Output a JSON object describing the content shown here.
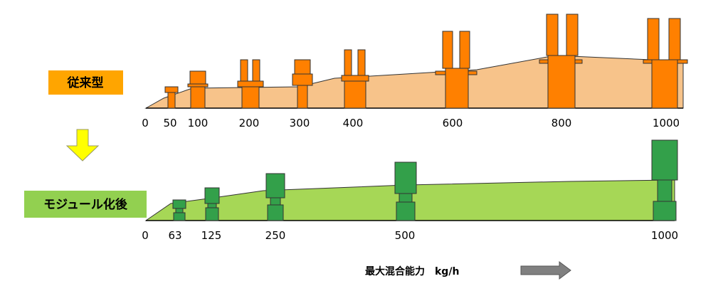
{
  "top_label": "従来型",
  "bottom_label": "モジュール化後",
  "x_axis_label": "最大混合能力　kg/h",
  "colors": {
    "top_fill": "#F7C38A",
    "top_machine": "#FF8000",
    "bottom_fill": "#A6D756",
    "bottom_machine": "#33A04A",
    "label_top_bg": "#FFA500",
    "label_bottom_bg": "#92D050",
    "down_arrow": "#FFFF00",
    "right_arrow": "#808080"
  },
  "chart_data": {
    "type": "area",
    "top": {
      "tick_labels": [
        "0",
        "50",
        "100",
        "200",
        "300",
        "400",
        "600",
        "800",
        "1000"
      ],
      "machine_capacities": [
        50,
        100,
        200,
        300,
        400,
        600,
        800,
        1000
      ]
    },
    "bottom": {
      "tick_labels": [
        "0",
        "63",
        "125",
        "250",
        "500",
        "1000"
      ],
      "machine_capacities": [
        63,
        125,
        250,
        500,
        1000
      ]
    }
  }
}
